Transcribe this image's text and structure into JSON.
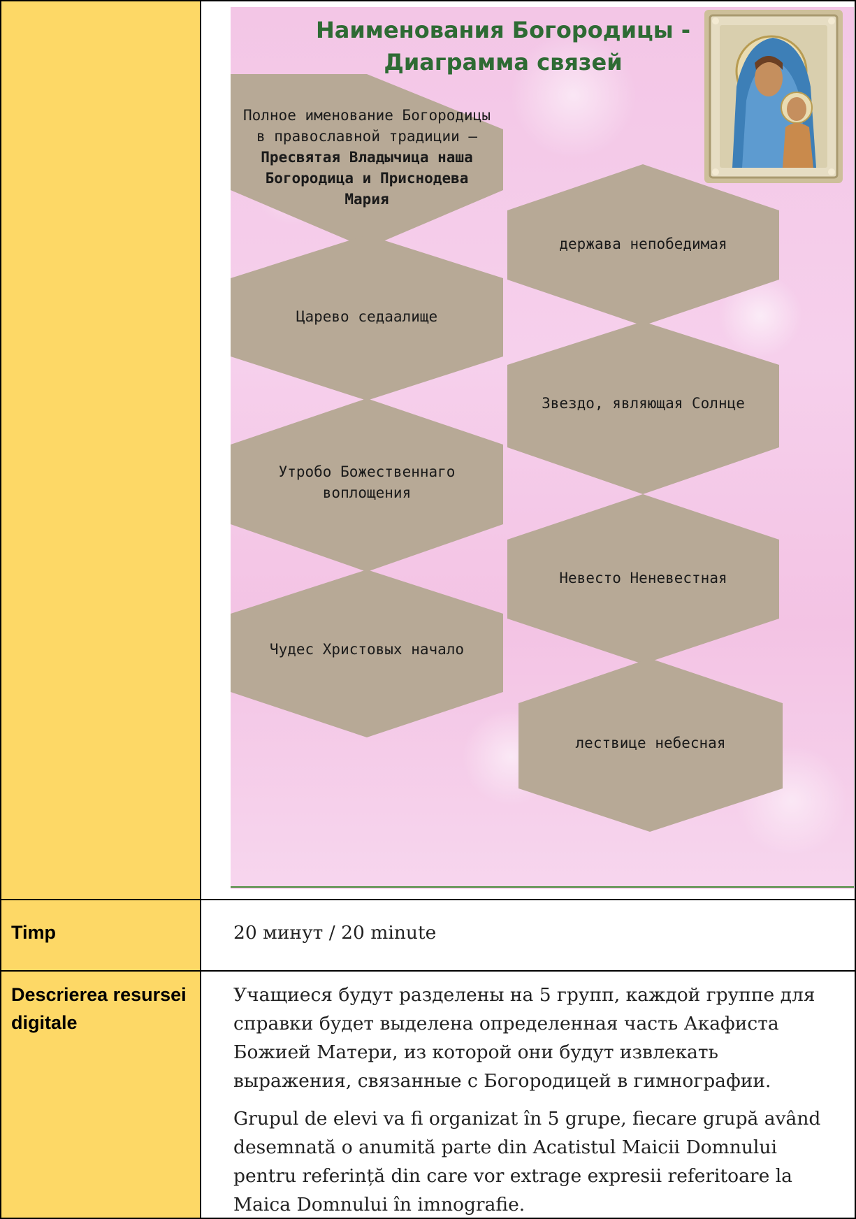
{
  "infographic": {
    "title_line1": "Наименования Богородицы -",
    "title_line2": "Диаграмма связей",
    "intro_line1": "Полное именование Богородицы",
    "intro_line2": "в православной традиции —",
    "intro_bold_line1": "Пресвятая Владычица наша",
    "intro_bold_line2": "Богородица и Приснодева",
    "intro_bold_line3": "Мария",
    "hex_derzhava": "держава непобедимая",
    "hex_tsarevo": "Царево седаалище",
    "hex_zvezdo": "Звездо, являющая Солнце",
    "hex_utrobo_line1": "Утробо Божественнаго",
    "hex_utrobo_line2": "воплощения",
    "hex_nevesto": "Невесто Неневестная",
    "hex_chudes": "Чудес Христовых начало",
    "hex_lestvitse": "лествице небесная",
    "hex_color": "#b7a996",
    "title_color": "#2e6b34",
    "icon": "kazan-theotokos-icon"
  },
  "rows": {
    "timp_label": "Timp",
    "timp_value": "20 минут / 20 minute",
    "desc_label_line1": "Descrierea resursei",
    "desc_label_line2": "digitale",
    "desc_ru_1": "Учащиеся будут разделены на 5 групп, каждой группе для",
    "desc_ru_2": "справки будет выделена определенная часть Акафиста",
    "desc_ru_3": "Божией Матери, из которой они будут извлекать",
    "desc_ru_4": "выражения, связанные с Богородицей в гимнографии.",
    "desc_ro_1": "Grupul de elevi va fi organizat în 5 grupe, fiecare grupă având",
    "desc_ro_2": "desemnată o anumită parte din Acatistul Maicii Domnului",
    "desc_ro_3": "pentru referință din care vor extrage expresii referitoare la",
    "desc_ro_4": "Maica Domnului în imnografie."
  },
  "colors": {
    "label_background": "#fdd866",
    "border": "#000000"
  }
}
